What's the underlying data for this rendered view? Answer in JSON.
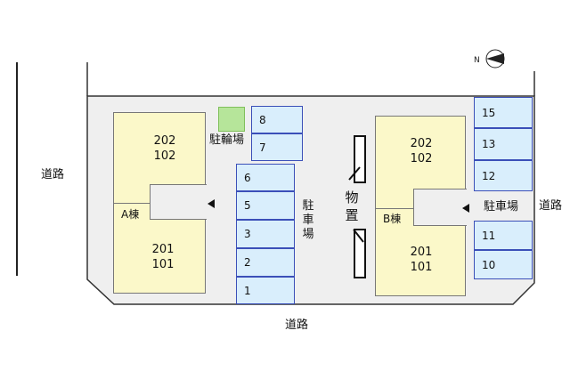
{
  "roads": {
    "left": "道路",
    "right": "道路",
    "bottom": "道路"
  },
  "compass": {
    "label": "N"
  },
  "buildings": {
    "a": {
      "wing": "A棟",
      "upper_units": [
        "202",
        "102"
      ],
      "lower_units": [
        "201",
        "101"
      ]
    },
    "b": {
      "wing": "B棟",
      "upper_units": [
        "202",
        "102"
      ],
      "lower_units": [
        "201",
        "101"
      ]
    }
  },
  "bike_parking": {
    "label": "駐輪場"
  },
  "storage": {
    "label_chars": [
      "物",
      "置"
    ]
  },
  "parking": {
    "center_label_chars": [
      "駐",
      "車",
      "場"
    ],
    "right_label": "駐車場",
    "center_top_stalls": [
      "8",
      "7"
    ],
    "center_stalls": [
      "6",
      "5",
      "3",
      "2",
      "1"
    ],
    "right_upper_stalls": [
      "15",
      "13",
      "12"
    ],
    "right_lower_stalls": [
      "11",
      "10"
    ]
  },
  "colors": {
    "building_fill": "#fbf8c9",
    "stall_fill": "#d9eefc",
    "stall_border": "#3b4fb8",
    "bike_fill": "#b6e59a"
  }
}
